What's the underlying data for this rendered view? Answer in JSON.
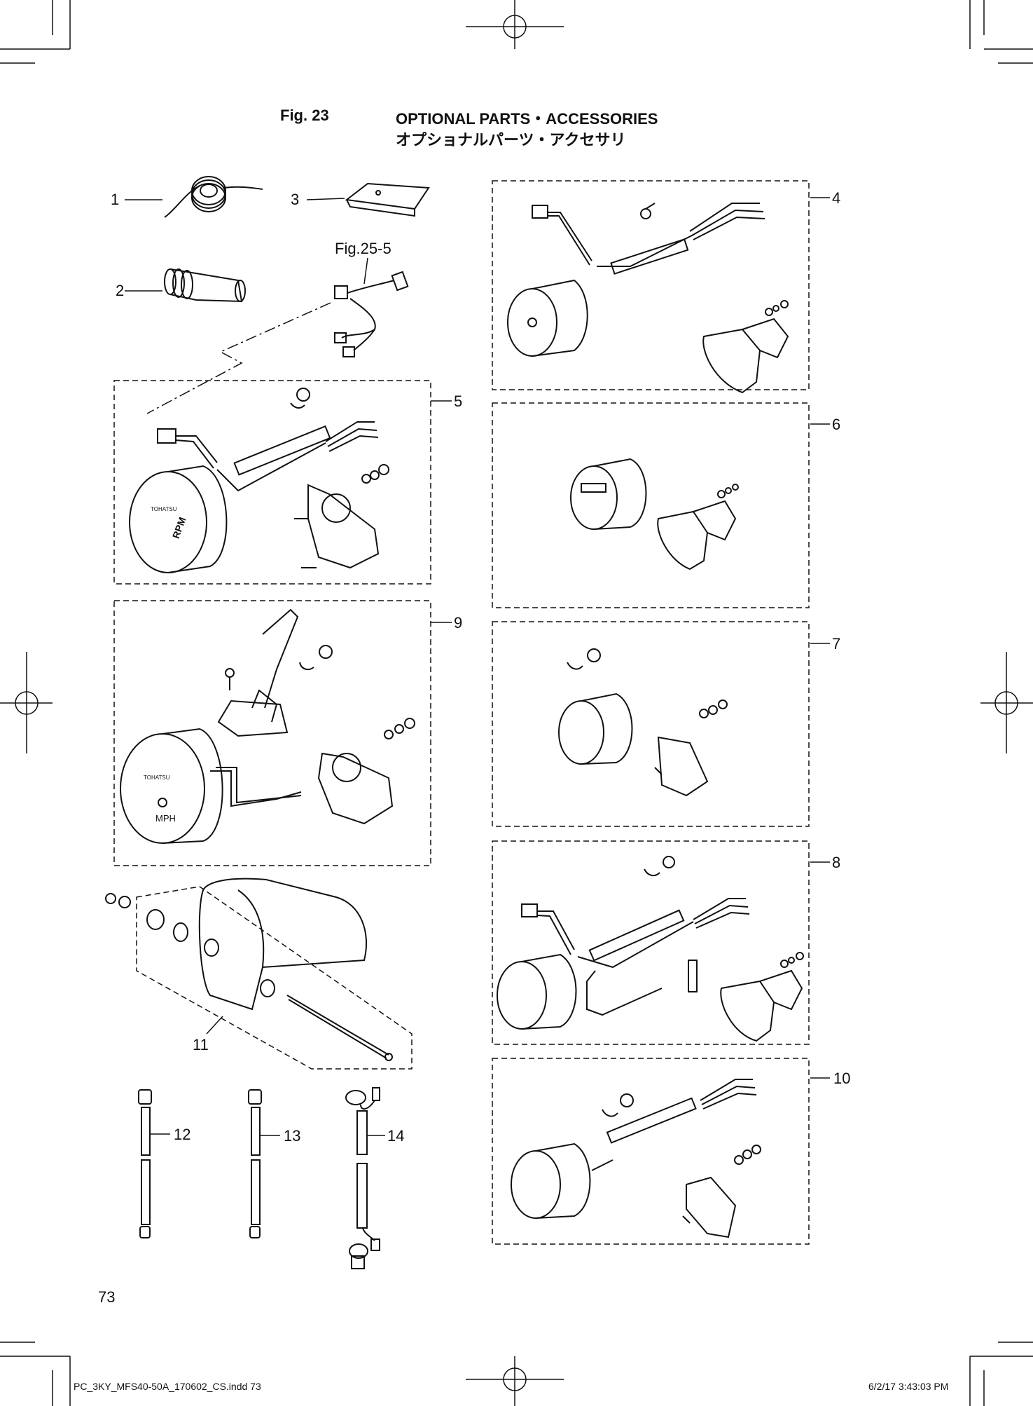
{
  "header": {
    "fig_no": "Fig. 23",
    "title_en": "OPTIONAL PARTS・ACCESSORIES",
    "title_jp": "オプショナルパーツ・アクセサリ"
  },
  "callouts": {
    "c1": "1",
    "c2": "2",
    "c3": "3",
    "c4": "4",
    "c5": "5",
    "c6": "6",
    "c7": "7",
    "c8": "8",
    "c9": "9",
    "c10": "10",
    "c11": "11",
    "c12": "12",
    "c13": "13",
    "c14": "14"
  },
  "figref": "Fig.25-5",
  "gauge_labels": {
    "tach_brand": "TOHATSU",
    "tach_unit": "RPM",
    "speedo_brand": "TOHATSU",
    "speedo_unit": "MPH"
  },
  "page_number": "73",
  "footer": {
    "file": "PC_3KY_MFS40-50A_170602_CS.indd   73",
    "timestamp": "6/2/17   3:43:03 PM"
  }
}
